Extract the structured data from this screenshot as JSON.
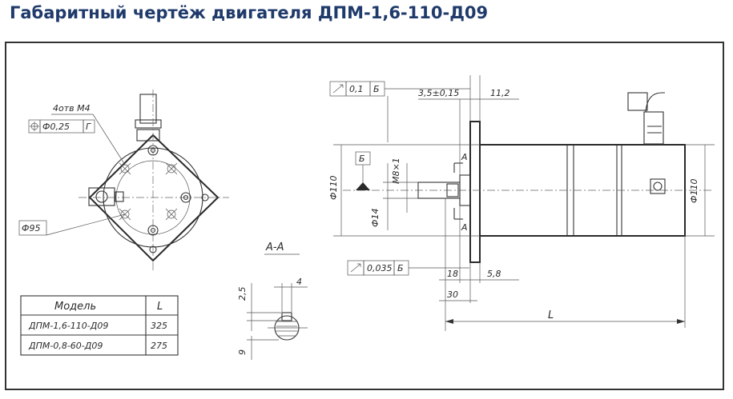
{
  "title": "Габаритный чертёж двигателя ДПМ-1,6-110-Д09",
  "front_view": {
    "holes_label": "4отв М4",
    "position_tol": "Ф0,25",
    "position_datum": "Г",
    "diameter_label": "Ф95"
  },
  "side_view": {
    "runout_top": "0,1",
    "runout_top_datum": "Б",
    "datum_label": "Б",
    "dim_shaft_len": "3,5±0,15",
    "dim_flange_thk": "11,2",
    "dim_body_dia": "Ф110",
    "dim_shaft_dia": "Ф14",
    "dim_thread": "М8×1",
    "section_mark": "А",
    "runout_bottom": "0,035",
    "runout_bottom_datum": "Б",
    "dim_18": "18",
    "dim_58": "5,8",
    "dim_30": "30",
    "dim_L": "L",
    "dim_right_dia": "Ф110"
  },
  "section": {
    "label": "А-А",
    "dim_4": "4",
    "dim_25": "2,5",
    "dim_9": "9"
  },
  "table": {
    "header_model": "Модель",
    "header_L": "L",
    "rows": [
      {
        "model": "ДПМ-1,6-110-Д09",
        "L": "325"
      },
      {
        "model": "ДПМ-0,8-60-Д09",
        "L": "275"
      }
    ]
  }
}
